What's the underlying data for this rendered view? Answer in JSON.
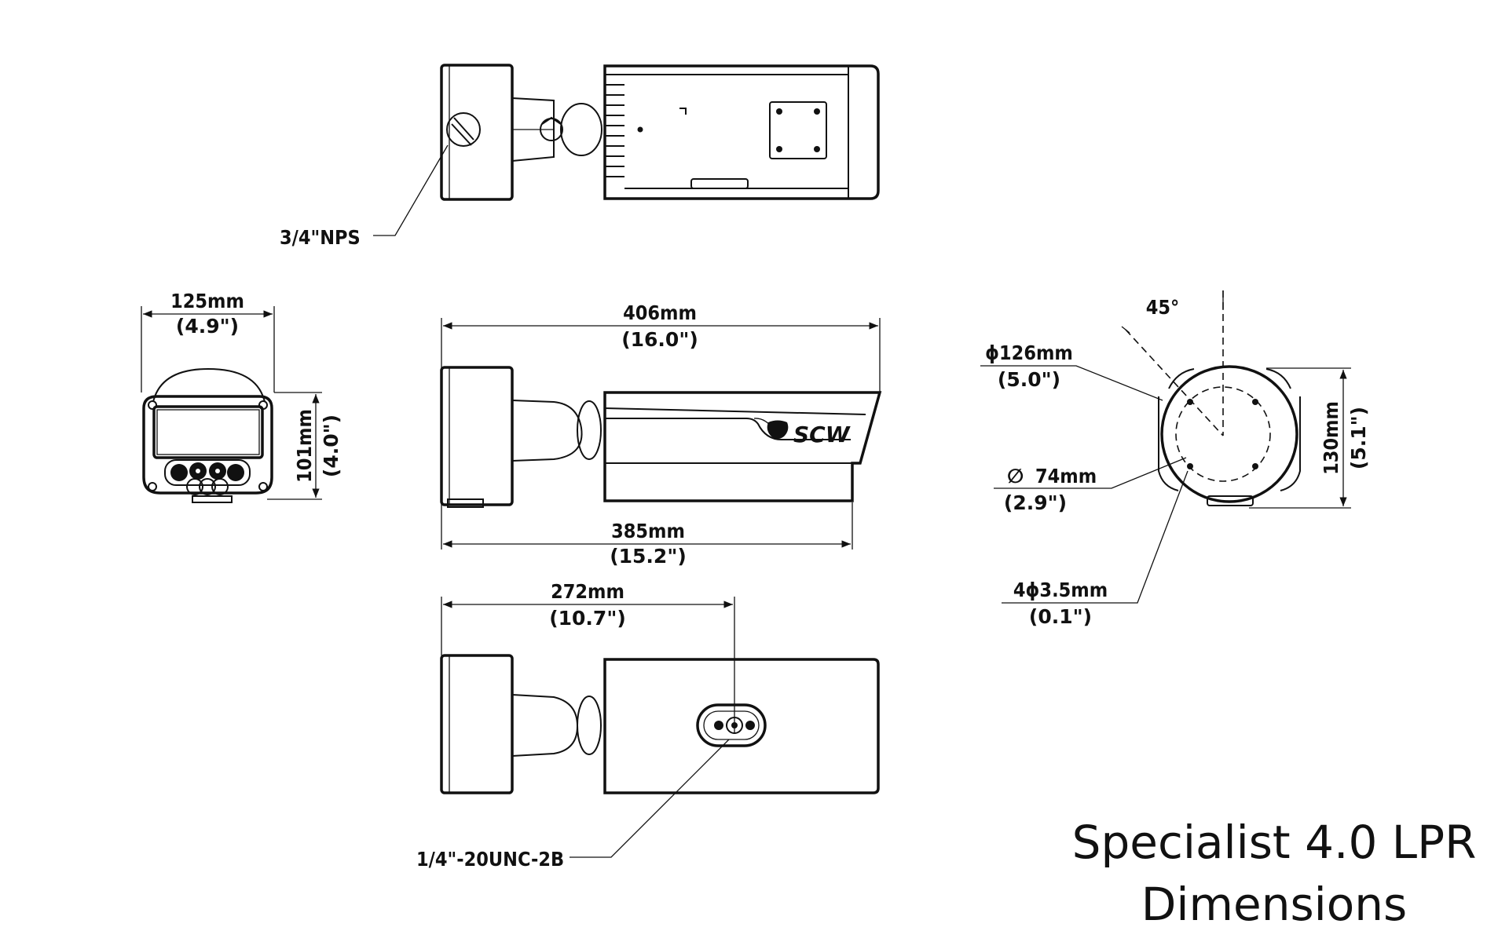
{
  "title": {
    "line1": "Specialist 4.0 LPR",
    "line2": "Dimensions"
  },
  "logo_text": "SCW",
  "top_view": {
    "callout": "3/4\"NPS"
  },
  "front_view": {
    "width_mm": "125mm",
    "width_in": "(4.9\")",
    "height_mm": "101mm",
    "height_in": "(4.0\")"
  },
  "side_view": {
    "total_length_mm": "406mm",
    "total_length_in": "(16.0\")",
    "body_length_mm": "385mm",
    "body_length_in": "(15.2\")"
  },
  "bottom_view": {
    "mount_offset_mm": "272mm",
    "mount_offset_in": "(10.7\")",
    "callout": "1/4\"-20UNC-2B"
  },
  "base_view": {
    "angle": "45°",
    "outer_dia_mm": "ϕ126mm",
    "outer_dia_in": "(5.0\")",
    "bolt_circle_mm": "74mm",
    "bolt_circle_symbol": "∅",
    "bolt_circle_in": "(2.9\")",
    "holes_mm": "4ϕ3.5mm",
    "holes_in": "(0.1\")",
    "height_mm": "130mm",
    "height_in": "(5.1\")"
  }
}
